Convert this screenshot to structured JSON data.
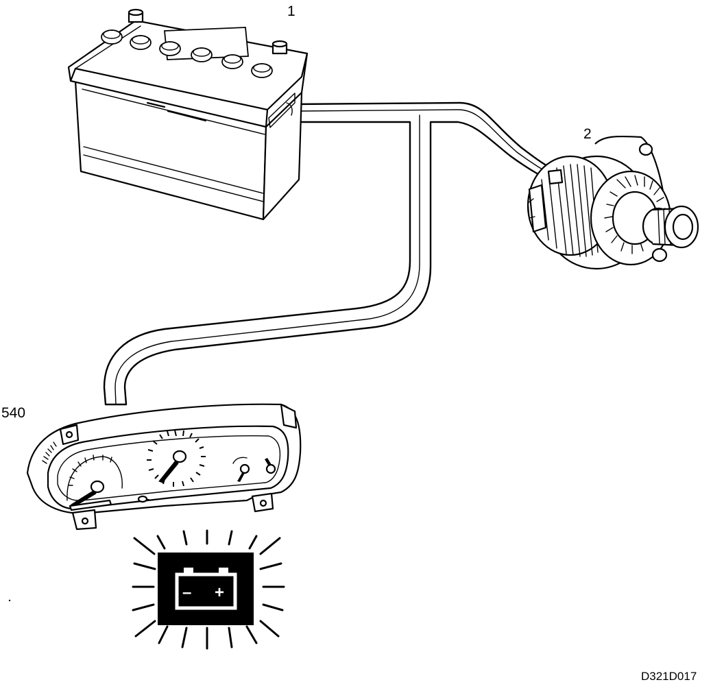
{
  "labels": {
    "battery": "1",
    "alternator": "2",
    "instrument_cluster": "540",
    "reference": "D321D017"
  },
  "warning_symbol": {
    "minus": "–",
    "plus": "+"
  }
}
